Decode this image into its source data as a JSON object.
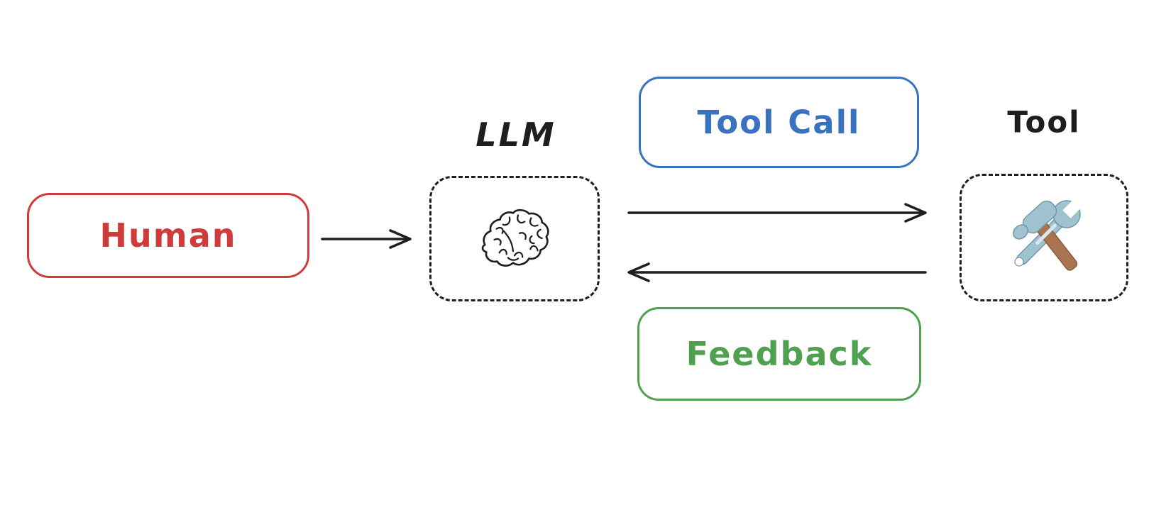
{
  "diagram": {
    "nodes": {
      "human": {
        "label": "Human",
        "border_color": "#cf3b3b",
        "text_color": "#cf3b3b",
        "style": "solid"
      },
      "llm": {
        "label": "LLM",
        "icon": "brain-icon",
        "style": "dashed",
        "border_color": "#1e1e1e"
      },
      "tool": {
        "label": "Tool",
        "icon": "hammer-wrench-icon",
        "style": "dashed",
        "border_color": "#1e1e1e"
      }
    },
    "edges": {
      "human_to_llm": {
        "direction": "right",
        "color": "#1e1e1e"
      },
      "llm_to_tool": {
        "direction": "right",
        "color": "#1e1e1e",
        "label_box": "Tool Call",
        "label_color": "#3a72c2"
      },
      "tool_to_llm": {
        "direction": "left",
        "color": "#1e1e1e",
        "label_box": "Feedback",
        "label_color": "#4fa04f"
      }
    },
    "colors": {
      "background": "#ffffff",
      "ink": "#1e1e1e",
      "red": "#cf3b3b",
      "blue": "#3a72c2",
      "green": "#4fa04f",
      "tool_icon_metal": "#9fc2cf",
      "tool_icon_handle": "#a9744f"
    }
  }
}
